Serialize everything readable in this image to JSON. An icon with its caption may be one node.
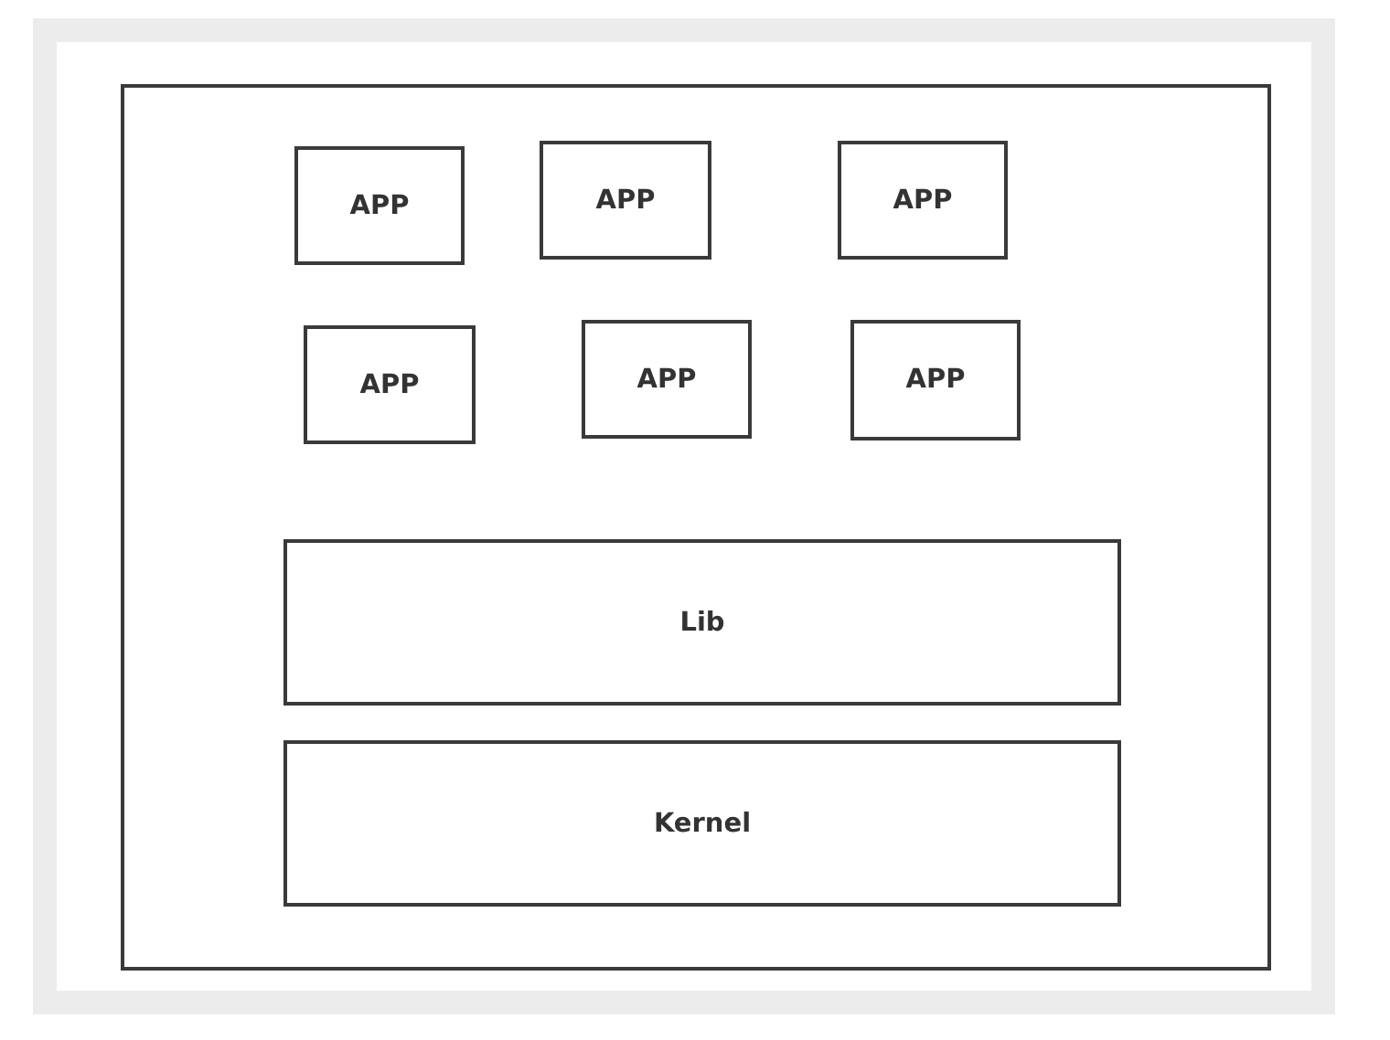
{
  "diagram": {
    "nodes": [
      {
        "text": [],
        "shape": "box"
      },
      {
        "text": [
          "APP"
        ],
        "in": 0
      },
      {
        "text": [
          "APP"
        ],
        "in": 0
      },
      {
        "text": [
          "APP"
        ],
        "in": 0
      },
      {
        "text": [
          "APP"
        ],
        "in": 0
      },
      {
        "text": [
          "APP"
        ],
        "in": 0
      },
      {
        "text": [
          "APP"
        ],
        "in": 0
      },
      {
        "text": [
          "Lib"
        ],
        "in": 0
      },
      {
        "text": [
          "Kernel"
        ],
        "in": 0
      }
    ]
  }
}
